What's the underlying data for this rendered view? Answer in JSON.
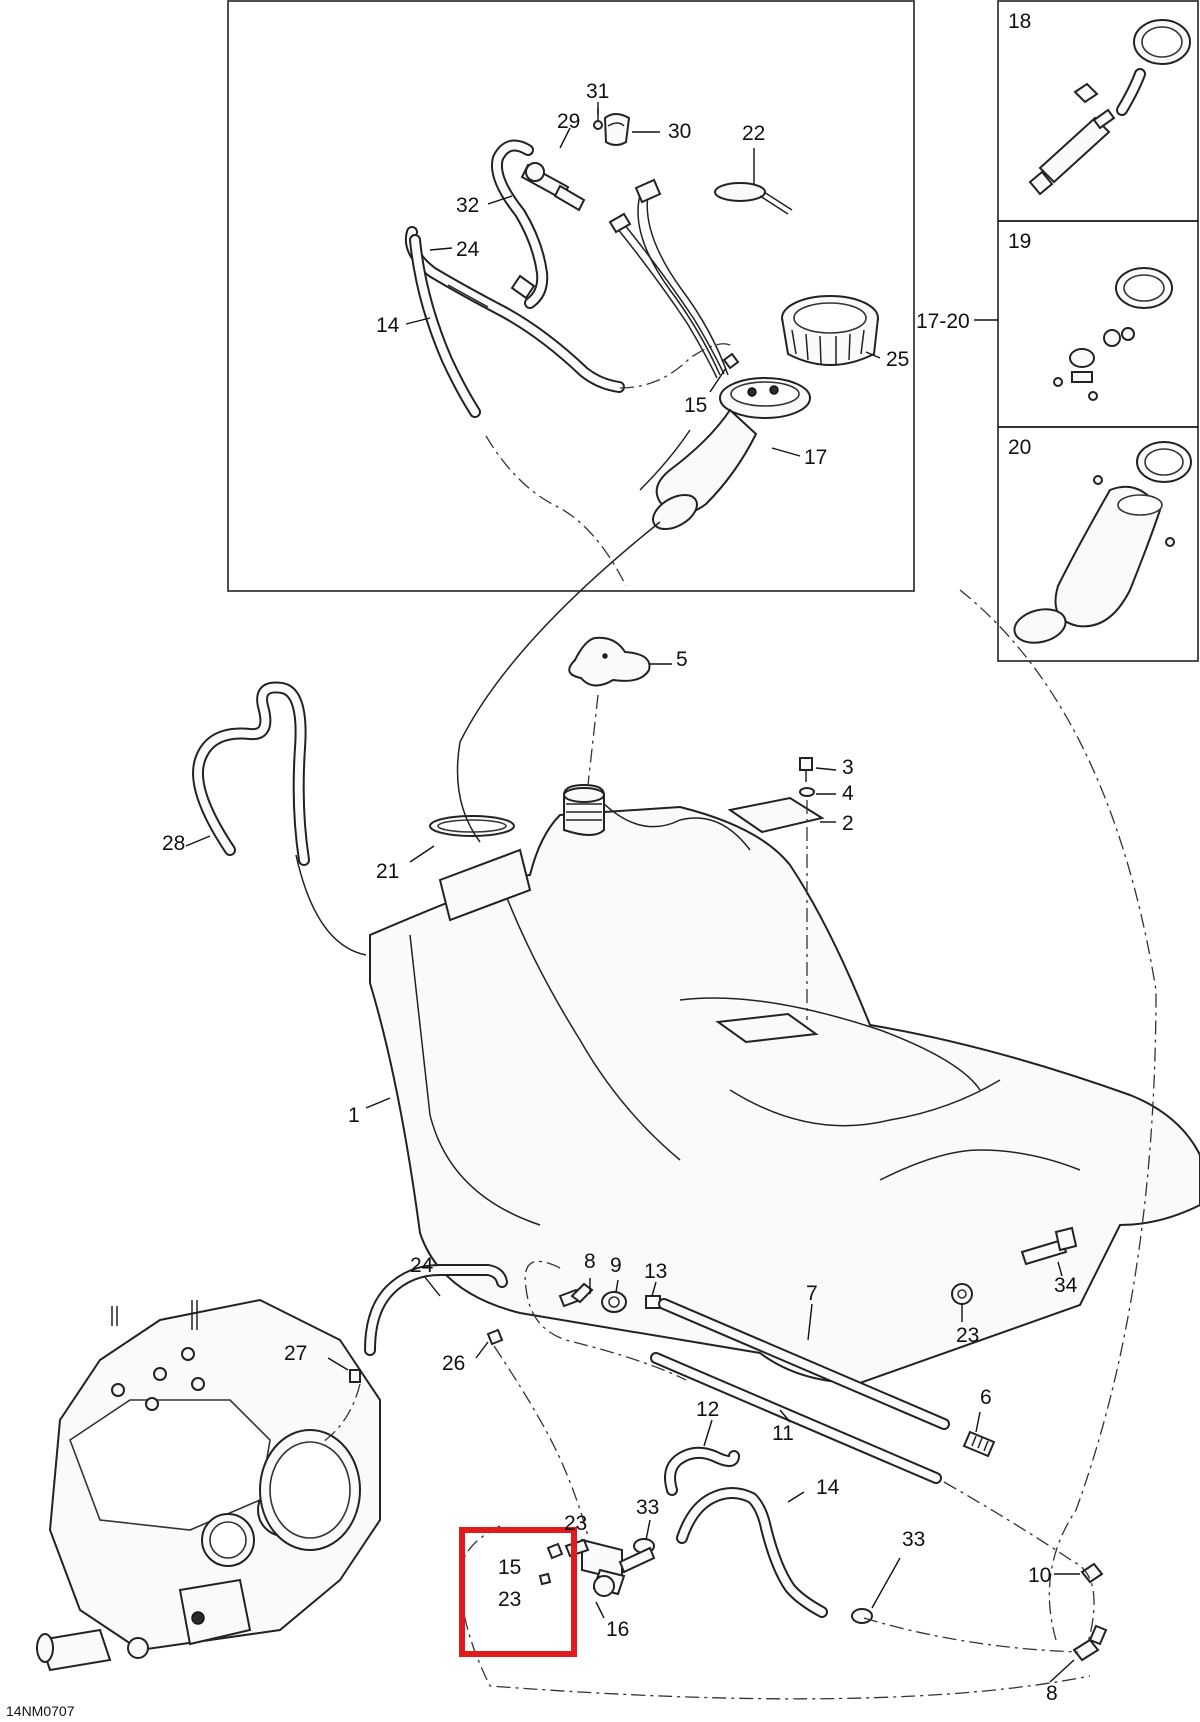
{
  "diagram_code": "14NM0707",
  "highlight_color": "#e01b1b",
  "line_color": "#222222",
  "inset_boxes": [
    {
      "label": "18"
    },
    {
      "label": "19"
    },
    {
      "label": "20"
    }
  ],
  "inset_group_label": "17-20",
  "callouts": {
    "c31": "31",
    "c29": "29",
    "c30": "30",
    "c22": "22",
    "c32": "32",
    "c24_top": "24",
    "c14_top": "14",
    "c25": "25",
    "c15_top": "15",
    "c17": "17",
    "c5": "5",
    "c3": "3",
    "c4": "4",
    "c2": "2",
    "c28": "28",
    "c21": "21",
    "c1": "1",
    "c24_bot": "24",
    "c8_top": "8",
    "c9": "9",
    "c13": "13",
    "c7": "7",
    "c34": "34",
    "c23_right": "23",
    "c27": "27",
    "c26": "26",
    "c6": "6",
    "c11": "11",
    "c12": "12",
    "c14_bot": "14",
    "c33_left": "33",
    "c33_right": "33",
    "c23_mid": "23",
    "c15_box": "15",
    "c23_box": "23",
    "c16": "16",
    "c10": "10",
    "c8_bot": "8"
  }
}
